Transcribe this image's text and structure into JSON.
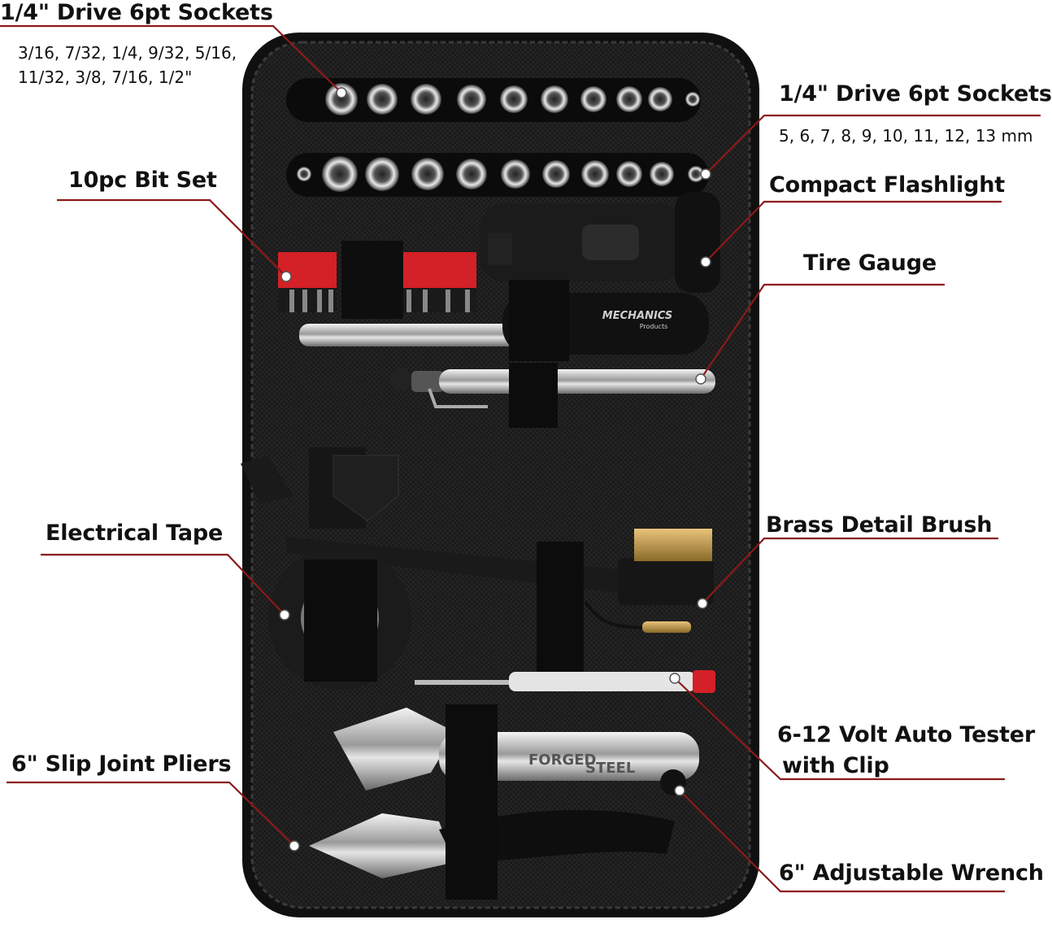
{
  "callouts": {
    "sockets_sae": {
      "title": "1/4\" Drive 6pt Sockets",
      "sizes_line1": "3/16, 7/32, 1/4, 9/32, 5/16,",
      "sizes_line2": "11/32, 3/8, 7/16, 1/2\""
    },
    "sockets_metric": {
      "title": "1/4\" Drive 6pt Sockets",
      "sizes": "5, 6, 7, 8, 9, 10, 11, 12, 13 mm"
    },
    "bit_set": "10pc Bit Set",
    "flashlight": "Compact Flashlight",
    "tire_gauge": "Tire Gauge",
    "electrical_tape": "Electrical Tape",
    "brass_brush": "Brass Detail Brush",
    "auto_tester_line1": "6-12 Volt Auto Tester",
    "auto_tester_line2": "with Clip",
    "pliers": "6\" Slip Joint Pliers",
    "wrench": "6\" Adjustable Wrench"
  },
  "product_markings": {
    "screwdriver_logo": "MECHANICS",
    "screwdriver_logo_sub": "Products",
    "wrench_marking_1": "FORGED",
    "wrench_marking_2": "STEEL"
  },
  "colors": {
    "leader_line": "#8b1a1a",
    "case": "#1c1c1c",
    "bit_holder": "#d42027"
  }
}
